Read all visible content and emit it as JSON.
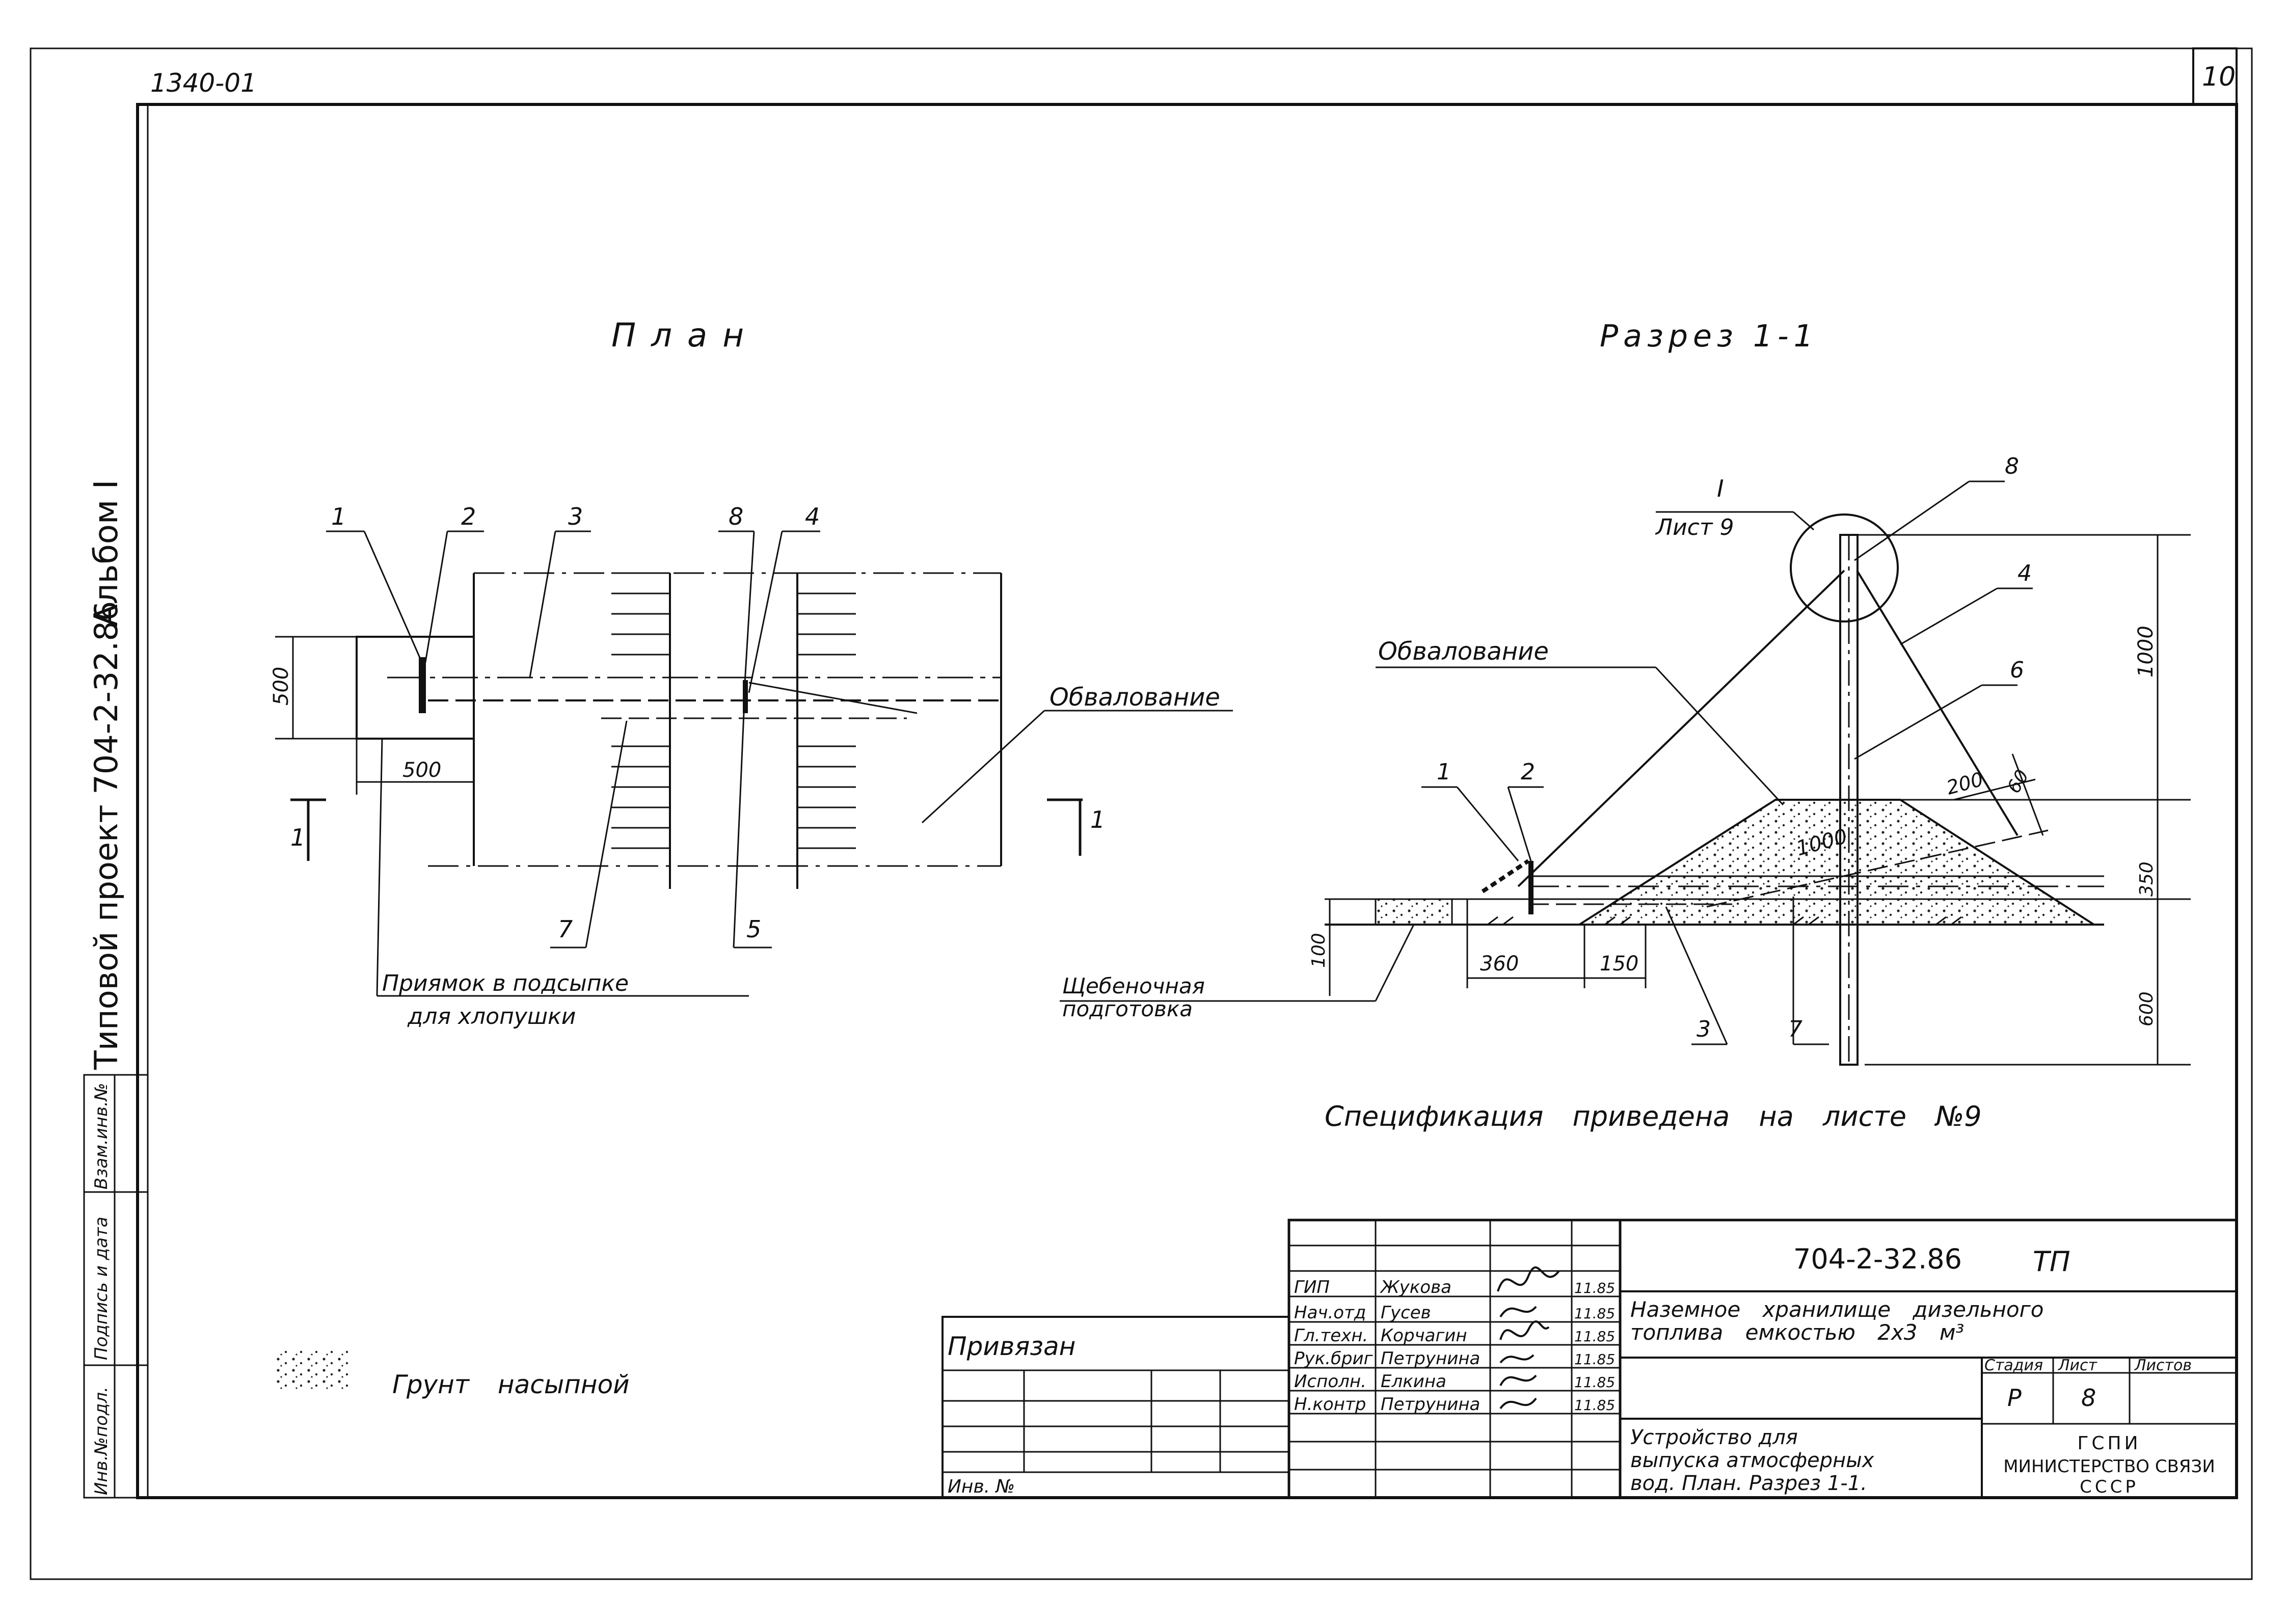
{
  "sheet": {
    "doc_code": "1340-01",
    "sheet_number": "10",
    "album": "Альбом I",
    "project": "Типовой проект 704-2-32.86"
  },
  "side_stamp": [
    "Инв.№подл.",
    "Подпись и дата",
    "Взам.инв.№"
  ],
  "plan": {
    "title": "План",
    "callouts": [
      "1",
      "2",
      "3",
      "8",
      "4",
      "7",
      "5"
    ],
    "dims": [
      "500",
      "500"
    ],
    "section_mark_left": "1",
    "section_mark_right": "1",
    "embankment_label": "Обвалование",
    "note_line1": "Приямок в подсыпке",
    "note_line2": "для хлопушки",
    "gravel_line1": "Щебеночная",
    "gravel_line2": "подготовка"
  },
  "section": {
    "title": "Разрез 1-1",
    "detail_mark": "I",
    "detail_sheet": "Лист 9",
    "callouts": [
      "8",
      "4",
      "6",
      "1",
      "2",
      "3",
      "7"
    ],
    "embankment_label": "Обвалование",
    "dims": [
      "1000",
      "200",
      "60",
      "1000",
      "350",
      "360",
      "150",
      "100",
      "600"
    ]
  },
  "spec_note": "Спецификация приведена на листе №9",
  "legend_label": "Грунт насыпной",
  "title_block": {
    "code": "704-2-32.86",
    "type": "ТП",
    "rows": [
      {
        "role": "ГИП",
        "name": "Жукова",
        "date": "11.85"
      },
      {
        "role": "Нач.отд",
        "name": "Гусев",
        "date": "11.85"
      },
      {
        "role": "Гл.техн.",
        "name": "Корчагин",
        "date": "11.85"
      },
      {
        "role": "Рук.бриг",
        "name": "Петрунина",
        "date": "11.85"
      },
      {
        "role": "Исполн.",
        "name": "Елкина",
        "date": "11.85"
      },
      {
        "role": "Н.контр",
        "name": "Петрунина",
        "date": "11.85"
      }
    ],
    "object_line1": "Наземное хранилище дизельного",
    "object_line2": "топлива емкостью 2х3 м³",
    "drawing_line1": "Устройство для",
    "drawing_line2": "выпуска атмосферных",
    "drawing_line3": "вод. План. Разрез 1-1.",
    "stage_header": "Стадия",
    "sheet_header": "Лист",
    "sheets_header": "Листов",
    "stage": "Р",
    "sheet": "8",
    "org_line1": "ГСПИ",
    "org_line2": "МИНИСТЕРСТВО СВЯЗИ",
    "org_line3": "СССР",
    "binding_label": "Привязан",
    "inv_label": "Инв. №"
  }
}
